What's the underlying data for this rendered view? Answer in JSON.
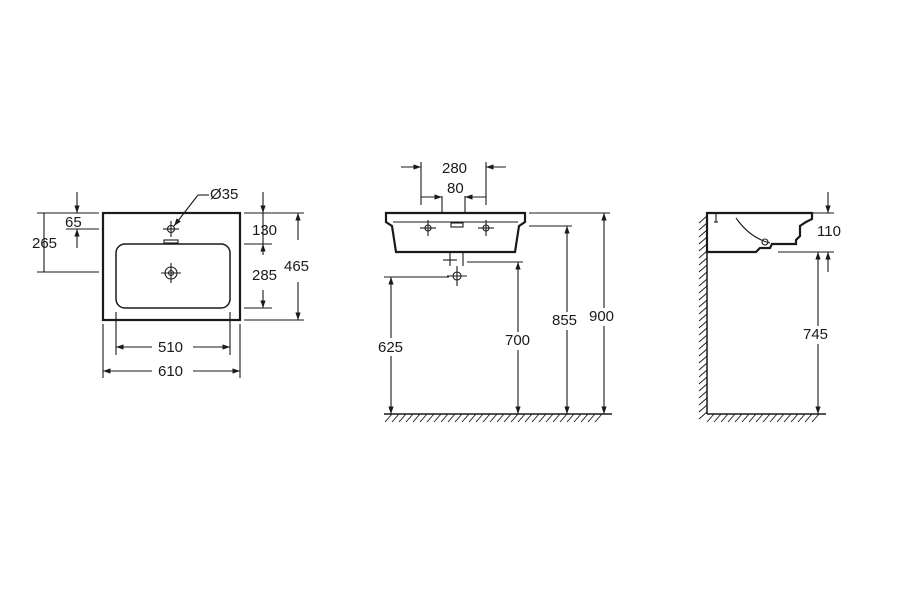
{
  "top_view": {
    "hole_diameter": "Ø35",
    "dim_65": "65",
    "dim_265": "265",
    "dim_130": "130",
    "dim_285": "285",
    "dim_465": "465",
    "dim_510": "510",
    "dim_610": "610"
  },
  "front_view": {
    "dim_280": "280",
    "dim_80": "80",
    "dim_625": "625",
    "dim_700": "700",
    "dim_855": "855",
    "dim_900": "900"
  },
  "side_view": {
    "dim_110": "110",
    "dim_745": "745"
  }
}
